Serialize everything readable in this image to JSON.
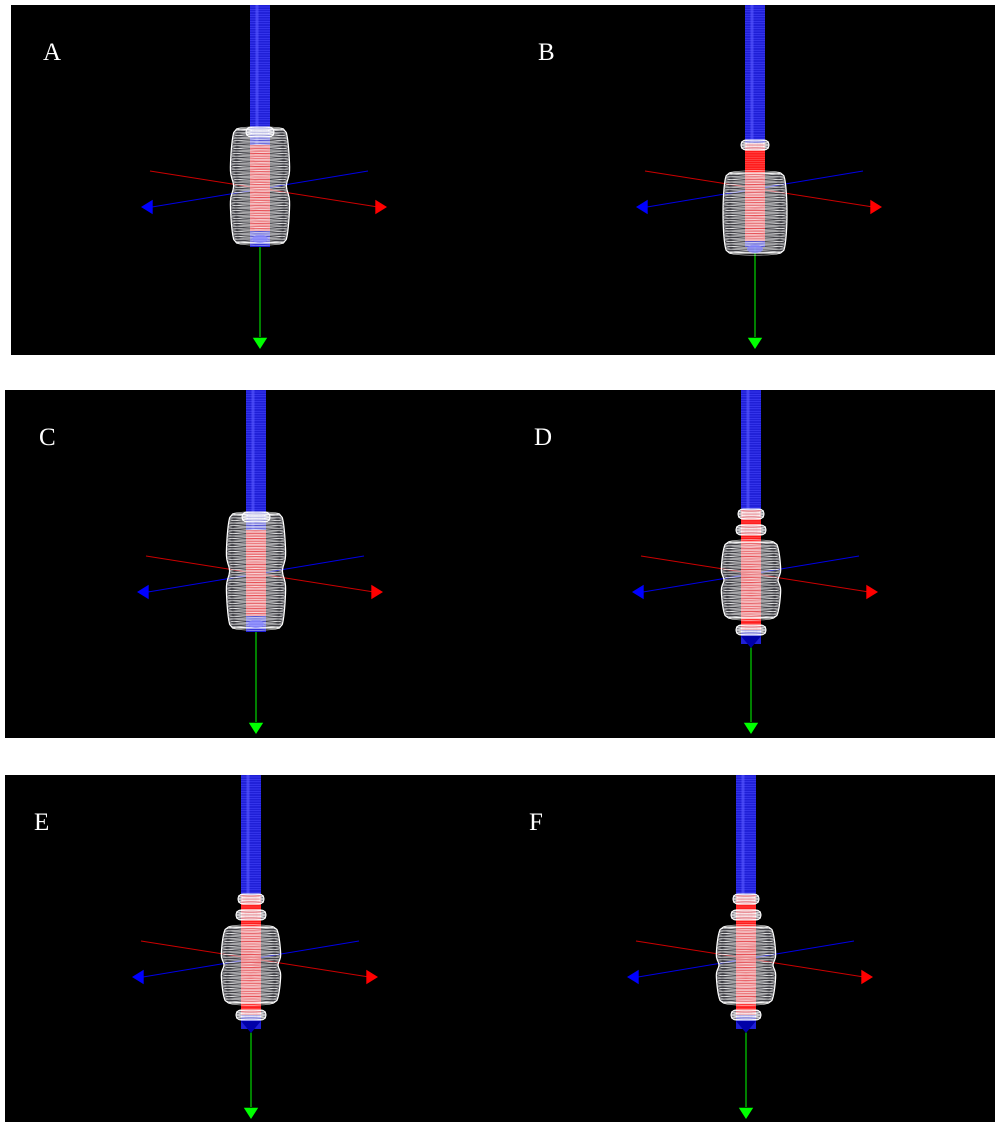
{
  "panels": [
    {
      "id": "A",
      "label": "A",
      "profile": "symmetric-wide",
      "upper_shell": true,
      "lower_shell": true,
      "red_band": "inside",
      "tip": "shell"
    },
    {
      "id": "B",
      "label": "B",
      "profile": "bottom-bulb",
      "upper_shell": false,
      "lower_shell": true,
      "red_band": "exposed-top",
      "tip": "shell"
    },
    {
      "id": "C",
      "label": "C",
      "profile": "symmetric-wide",
      "upper_shell": true,
      "lower_shell": true,
      "red_band": "inside",
      "tip": "shell"
    },
    {
      "id": "D",
      "label": "D",
      "profile": "triple-ring",
      "upper_shell": true,
      "lower_shell": true,
      "red_band": "exposed-top",
      "tip": "cone"
    },
    {
      "id": "E",
      "label": "E",
      "profile": "triple-ring",
      "upper_shell": true,
      "lower_shell": true,
      "red_band": "exposed-top",
      "tip": "cone"
    },
    {
      "id": "F",
      "label": "F",
      "profile": "triple-ring",
      "upper_shell": true,
      "lower_shell": true,
      "red_band": "exposed-top",
      "tip": "cone"
    }
  ],
  "colors": {
    "background": "#000000",
    "shaft": "#1f1fd6",
    "shaft_dark": "#0000a8",
    "electrode": "#ff1a1a",
    "mesh": "#ffffff",
    "x_axis": "#ff0000",
    "z_axis": "#0000ff",
    "y_axis": "#00ff00"
  },
  "icons": {
    "x_axis_arrow": "red-cone-arrow-icon",
    "z_axis_arrow": "blue-cone-arrow-icon",
    "y_axis_arrow": "green-cone-arrow-icon"
  }
}
